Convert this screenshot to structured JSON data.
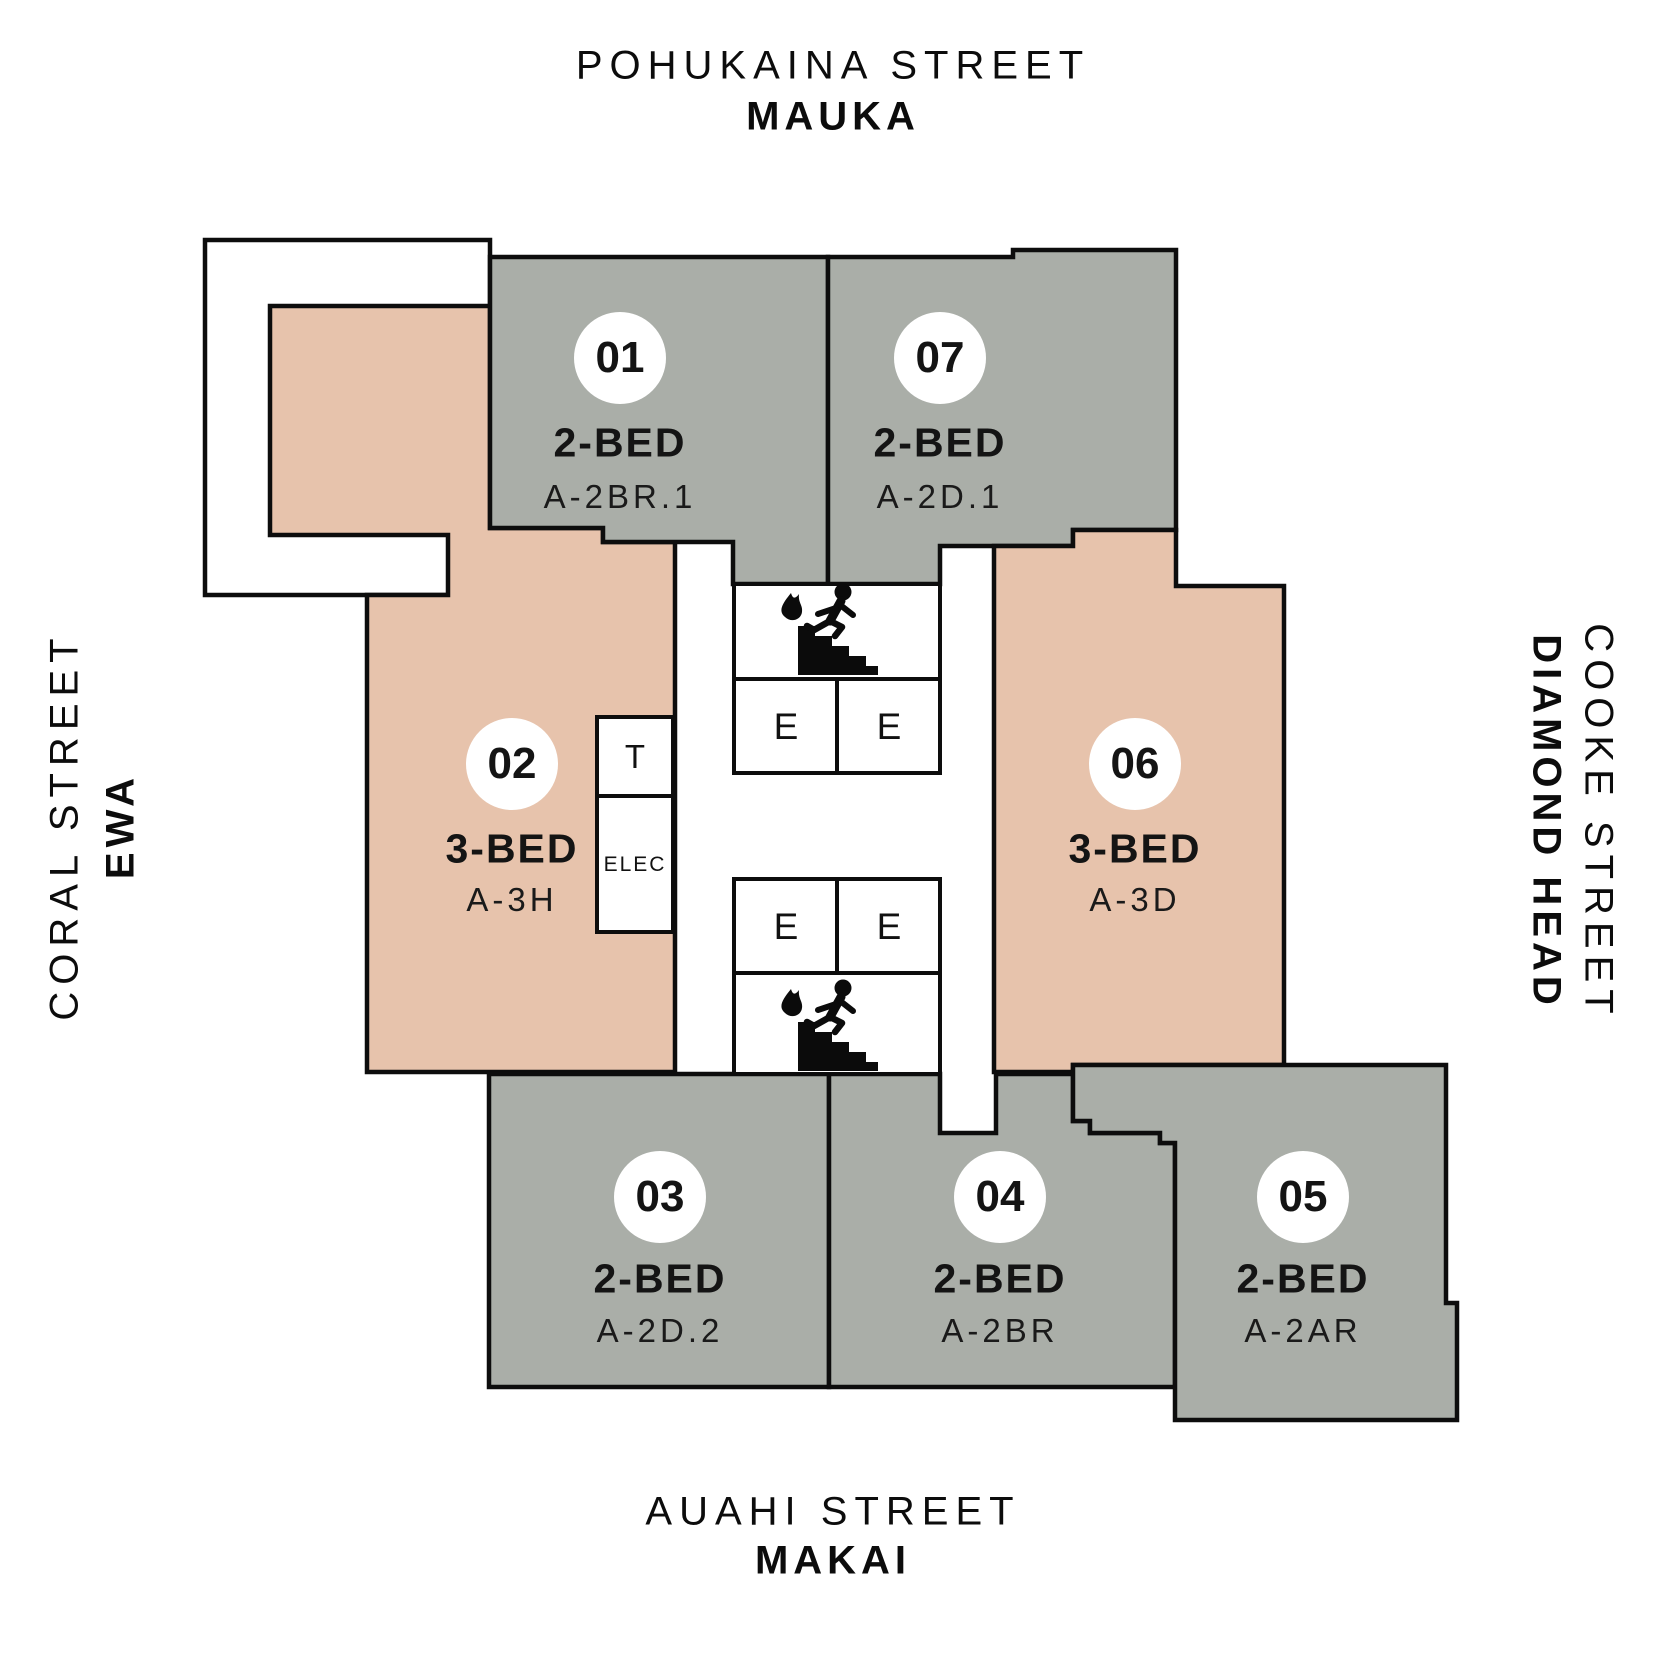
{
  "orientation": {
    "top": {
      "street": "POHUKAINA STREET",
      "direction": "MAUKA"
    },
    "bottom": {
      "street": "AUAHI STREET",
      "direction": "MAKAI"
    },
    "left": {
      "street": "CORAL STREET",
      "direction": "EWA"
    },
    "right": {
      "street": "COOKE STREET",
      "direction": "DIAMOND HEAD"
    }
  },
  "units": [
    {
      "number": "01",
      "type": "2-BED",
      "plan": "A-2BR.1",
      "color": "#aaaea8"
    },
    {
      "number": "02",
      "type": "3-BED",
      "plan": "A-3H",
      "color": "#e7c3ac"
    },
    {
      "number": "03",
      "type": "2-BED",
      "plan": "A-2D.2",
      "color": "#aaaea8"
    },
    {
      "number": "04",
      "type": "2-BED",
      "plan": "A-2BR",
      "color": "#aaaea8"
    },
    {
      "number": "05",
      "type": "2-BED",
      "plan": "A-2AR",
      "color": "#aaaea8"
    },
    {
      "number": "06",
      "type": "3-BED",
      "plan": "A-3D",
      "color": "#e7c3ac"
    },
    {
      "number": "07",
      "type": "2-BED",
      "plan": "A-2D.1",
      "color": "#aaaea8"
    }
  ],
  "core": {
    "elevator_label": "E",
    "trash_label": "T",
    "electrical_label": "ELEC",
    "stair_icon": "fire-exit-stairs-icon"
  },
  "colors": {
    "unit_2bed": "#aaaea8",
    "unit_3bed": "#e7c3ac",
    "outline": "#0d0d0d",
    "background": "#ffffff",
    "label_circle": "#ffffff",
    "text": "#141414"
  }
}
